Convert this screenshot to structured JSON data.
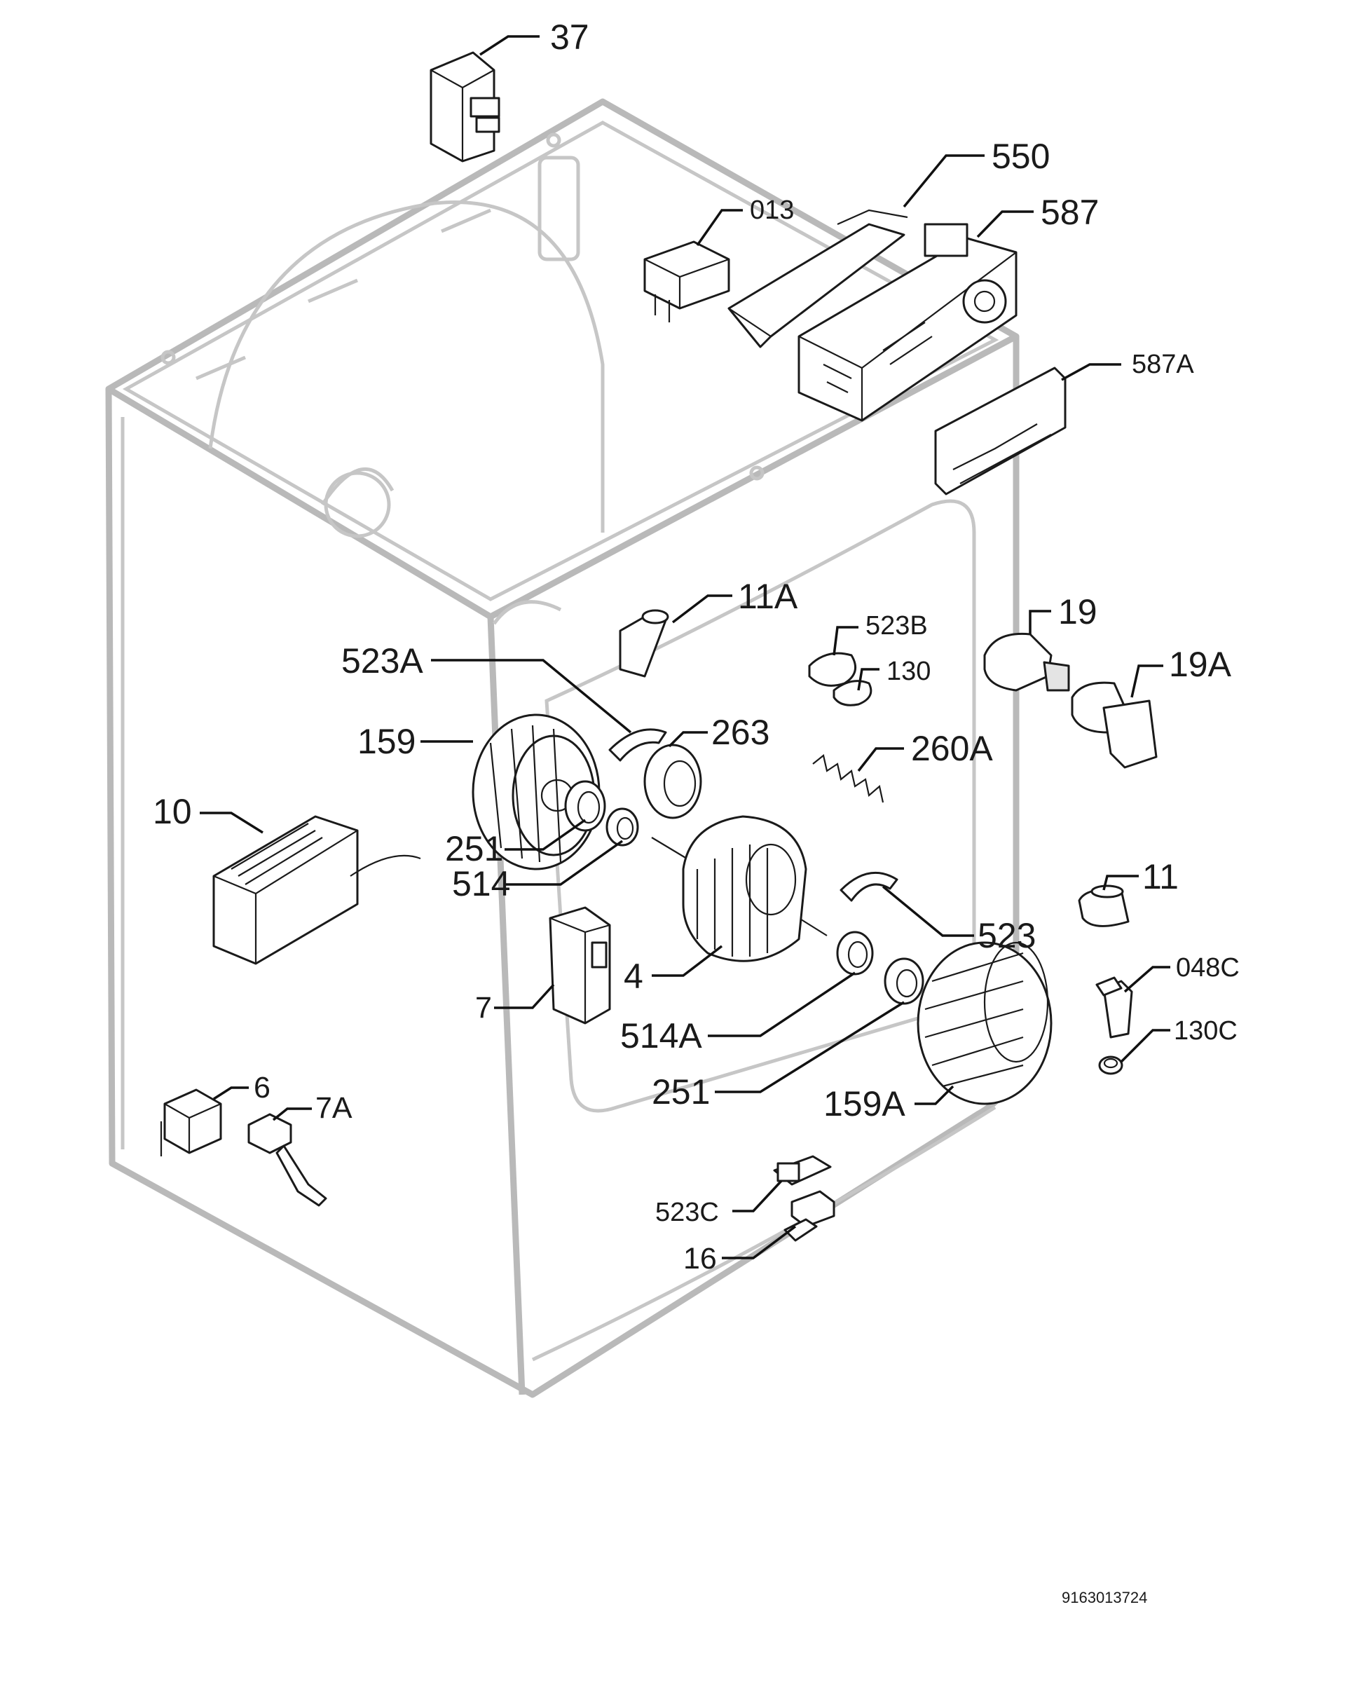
{
  "drawing_number": "9163013724",
  "callouts": {
    "p37": "37",
    "p550": "550",
    "p013": "013",
    "p587": "587",
    "p587A": "587A",
    "p11A": "11A",
    "p523B": "523B",
    "p19": "19",
    "p130": "130",
    "p19A": "19A",
    "p523A": "523A",
    "p263": "263",
    "p159": "159",
    "p260A": "260A",
    "p10": "10",
    "p251a": "251",
    "p514": "514",
    "p11": "11",
    "p523": "523",
    "p4": "4",
    "p048C": "048C",
    "p7": "7",
    "p514A": "514A",
    "p130C": "130C",
    "p251b": "251",
    "p159A": "159A",
    "p6": "6",
    "p7A": "7A",
    "p523C": "523C",
    "p16": "16"
  }
}
